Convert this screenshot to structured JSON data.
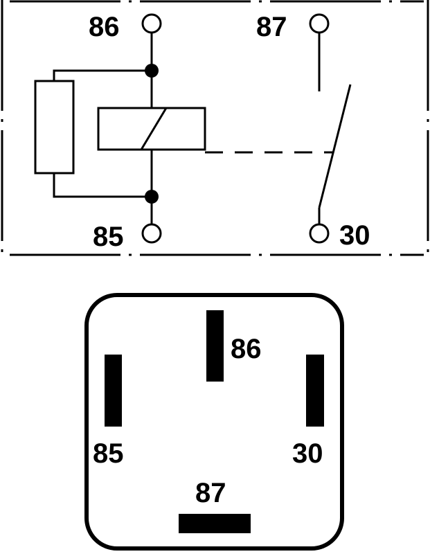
{
  "schematic": {
    "terminals": {
      "t86": "86",
      "t87": "87",
      "t85": "85",
      "t30": "30"
    }
  },
  "pinout": {
    "pins": {
      "p86": "86",
      "p85": "85",
      "p30": "30",
      "p87": "87"
    }
  },
  "colors": {
    "ink": "#000000",
    "background": "#ffffff"
  }
}
